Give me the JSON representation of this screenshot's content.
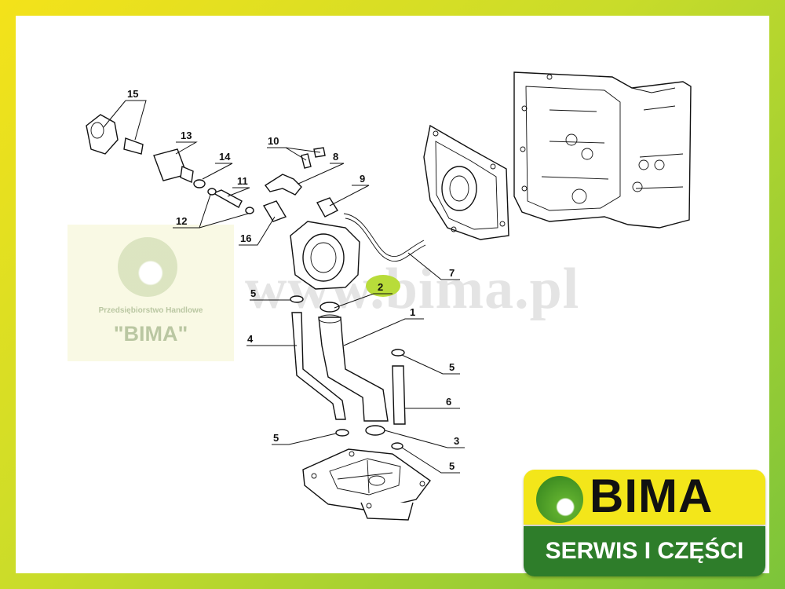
{
  "watermark": {
    "url": "www.bima.pl",
    "company": "Przedsiębiorstwo Handlowe",
    "name": "\"BIMA\""
  },
  "logo": {
    "brand": "BIMA",
    "slogan": "SERWIS I CZĘŚCI"
  },
  "callouts": [
    "15",
    "13",
    "14",
    "10",
    "8",
    "11",
    "9",
    "12",
    "16",
    "7",
    "2",
    "5",
    "1",
    "4",
    "5",
    "6",
    "5",
    "3",
    "5"
  ],
  "colors": {
    "border_start": "#f4e21a",
    "border_end": "#7cc43a",
    "logo_yellow": "#f3e61a",
    "logo_green": "#2e7d2a",
    "callout_highlight": "#b8dc3a"
  }
}
